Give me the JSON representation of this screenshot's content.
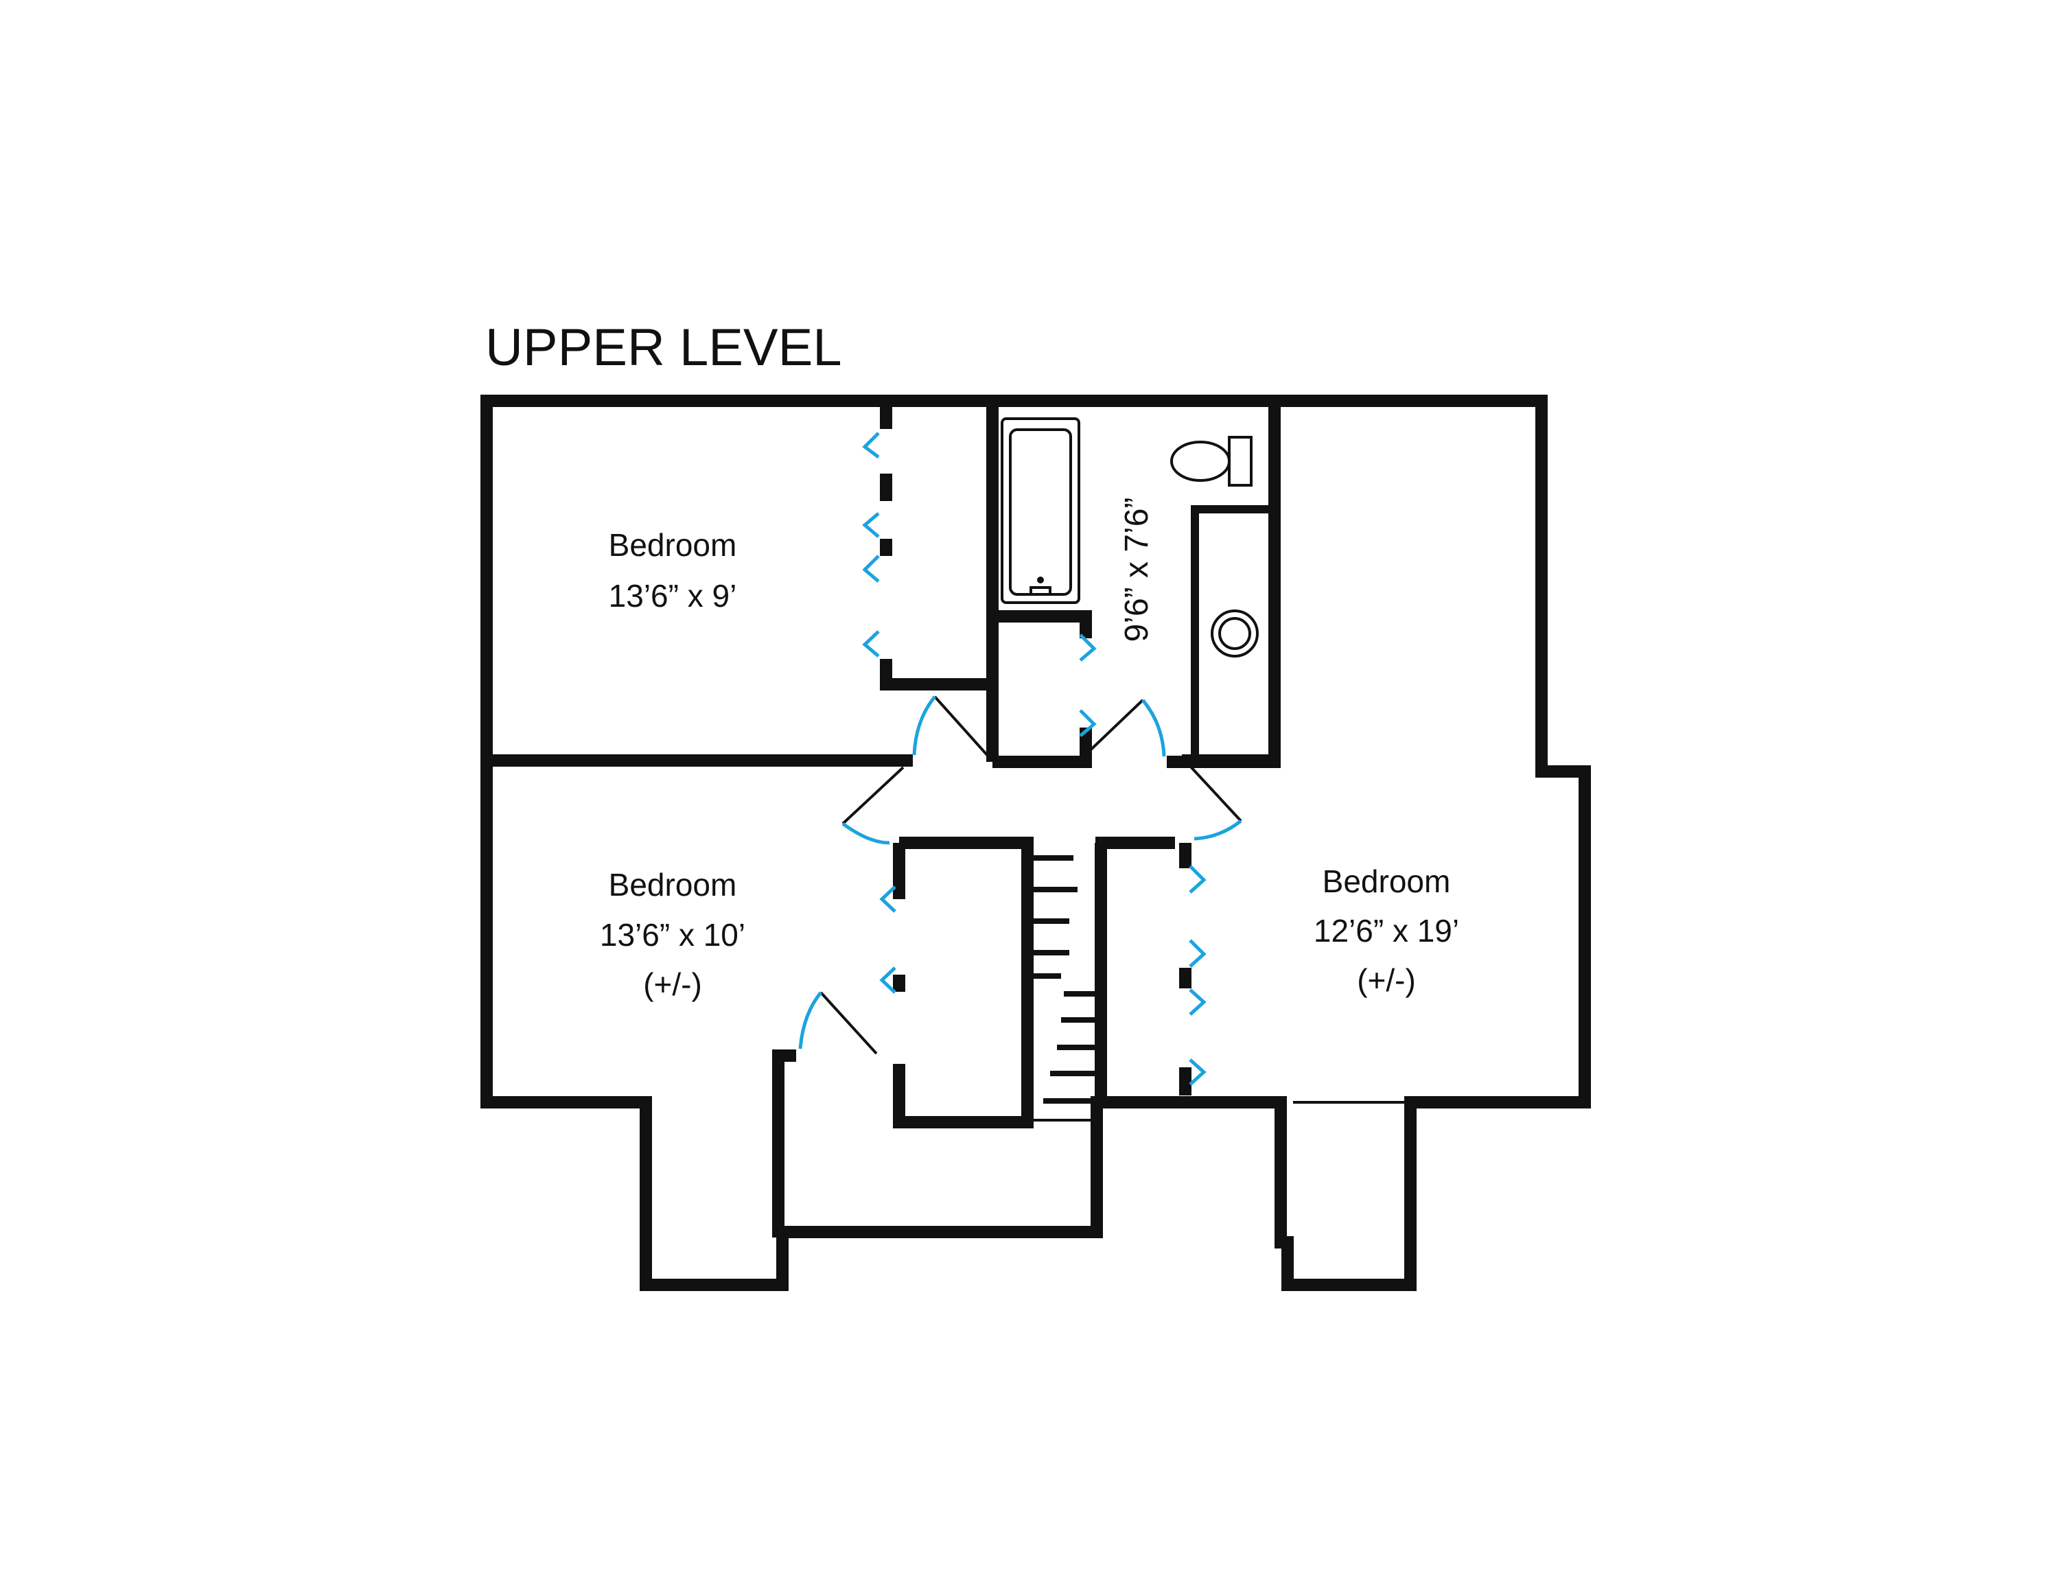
{
  "title": "UPPER LEVEL",
  "rooms": [
    {
      "name": "Bedroom",
      "dimensions": "13’6” x 9’",
      "note": ""
    },
    {
      "name": "Bedroom",
      "dimensions": "13’6” x 10’",
      "note": "(+/-)"
    },
    {
      "name": "Bedroom",
      "dimensions": "12’6” x 19’",
      "note": "(+/-)"
    }
  ],
  "bathroom": {
    "dimensions": "9’6” x 7’6”"
  },
  "colors": {
    "wall": "#111111",
    "door_swing": "#1ba3e0",
    "background": "#ffffff"
  }
}
